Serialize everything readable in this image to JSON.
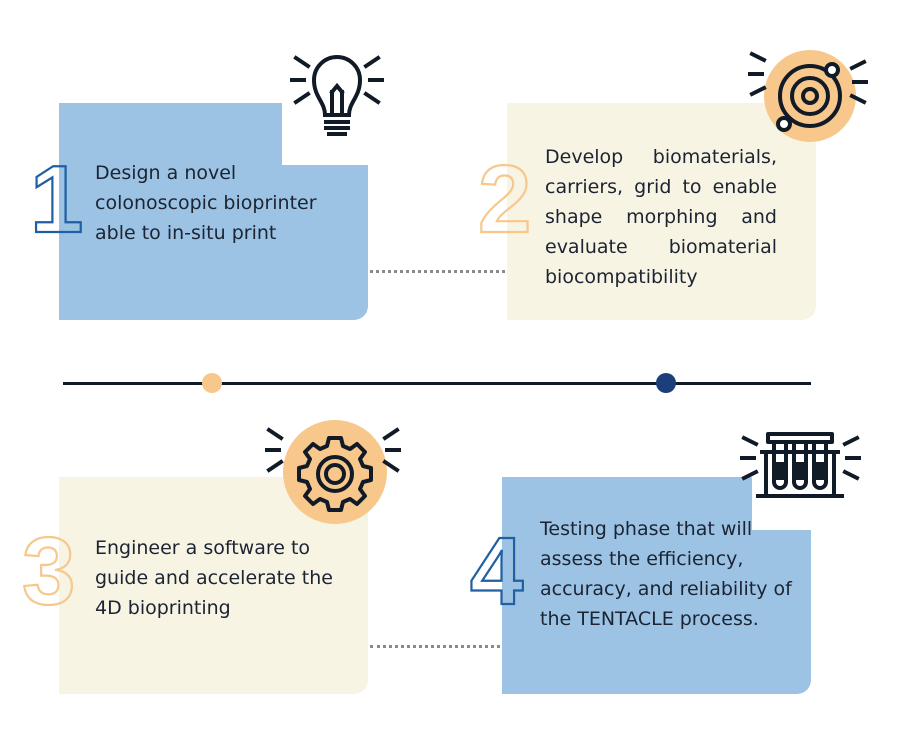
{
  "steps": [
    {
      "number": "1",
      "text": "Design a novel colonoscopic bioprinter able to in-situ print",
      "icon": "lightbulb-icon"
    },
    {
      "number": "2",
      "text": "Develop biomaterials, carriers, grid to enable shape morphing and evaluate biomaterial biocompatibility",
      "icon": "atom-icon"
    },
    {
      "number": "3",
      "text": "Engineer a software to guide and accelerate the 4D bioprinting",
      "icon": "gear-icon"
    },
    {
      "number": "4",
      "text": "Testing phase that will assess the efficiency, accuracy, and reliability of the TENTACLE process.",
      "icon": "test-tubes-icon"
    }
  ],
  "colors": {
    "blue_card": "#9cc3e4",
    "cream_card": "#f8f4e4",
    "orange_accent": "#f7c78c",
    "dark_blue": "#1a3f7a",
    "ink": "#111a27"
  }
}
